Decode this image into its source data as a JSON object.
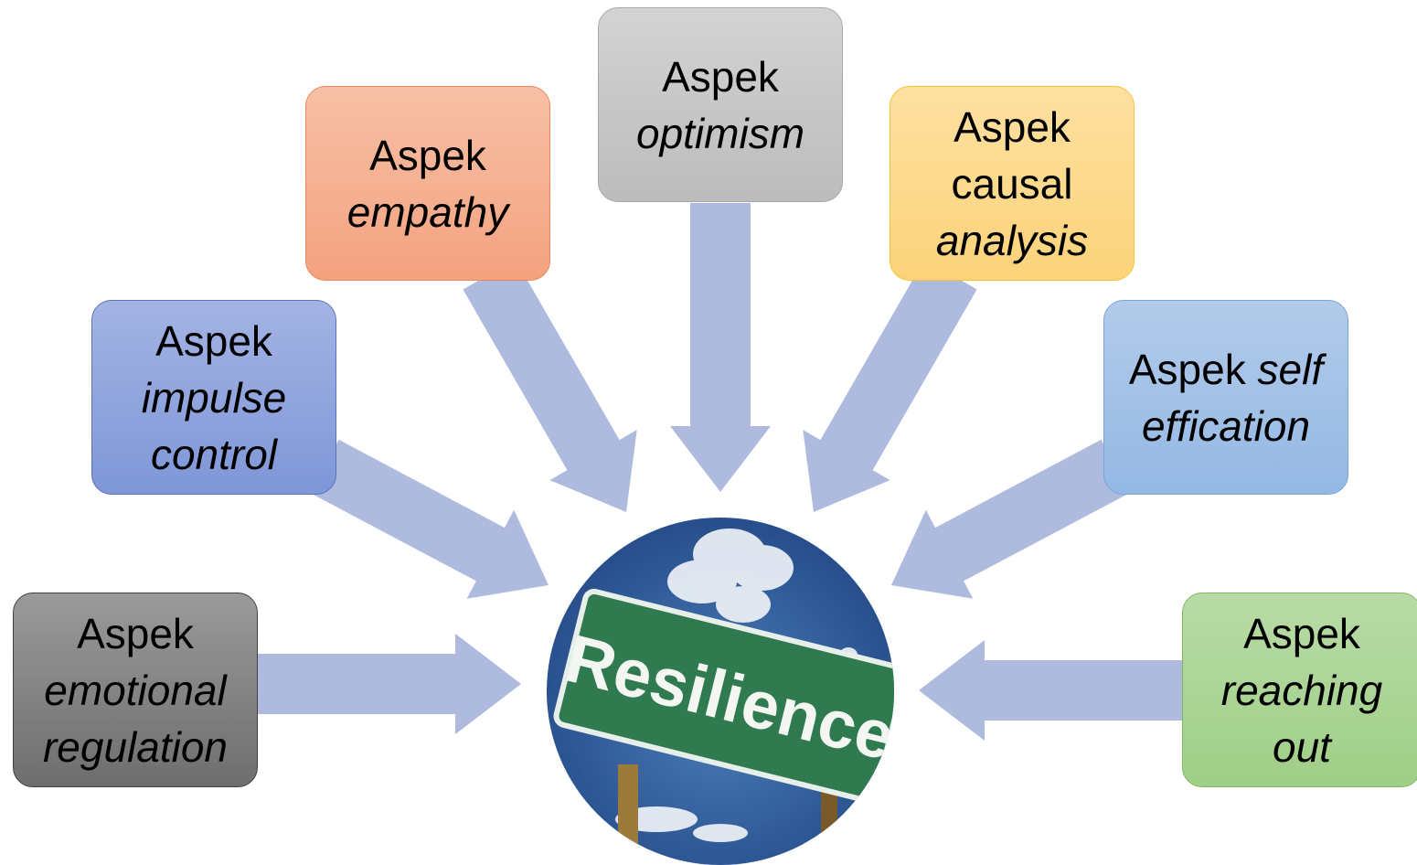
{
  "center": {
    "sign_text": "Resilience"
  },
  "aspects": [
    {
      "id": "emotional",
      "lines": [
        {
          "text": "Aspek",
          "italic": false
        },
        {
          "text": "emotional",
          "italic": true
        },
        {
          "text": "regulation",
          "italic": true
        }
      ]
    },
    {
      "id": "impulse",
      "lines": [
        {
          "text": "Aspek",
          "italic": false
        },
        {
          "text": "impulse",
          "italic": true
        },
        {
          "text": "control",
          "italic": true
        }
      ]
    },
    {
      "id": "empathy",
      "lines": [
        {
          "text": "Aspek",
          "italic": false
        },
        {
          "text": "empathy",
          "italic": true
        }
      ]
    },
    {
      "id": "optimism",
      "lines": [
        {
          "text": "Aspek",
          "italic": false
        },
        {
          "text": "optimism",
          "italic": true
        }
      ]
    },
    {
      "id": "causal",
      "lines": [
        {
          "text": "Aspek",
          "italic": false
        },
        {
          "text": "causal",
          "italic": false
        },
        {
          "text": "analysis",
          "italic": true
        }
      ]
    },
    {
      "id": "self",
      "lines": [
        {
          "text": "Aspek ",
          "italic": false,
          "inline_with": "self"
        },
        {
          "text": "effication",
          "italic": true
        }
      ],
      "first_line_italic_part": "self"
    },
    {
      "id": "reaching",
      "lines": [
        {
          "text": "Aspek",
          "italic": false
        },
        {
          "text": "reaching",
          "italic": true
        },
        {
          "text": "out",
          "italic": true
        }
      ]
    }
  ],
  "colors": {
    "arrow": "#aebbdf"
  }
}
